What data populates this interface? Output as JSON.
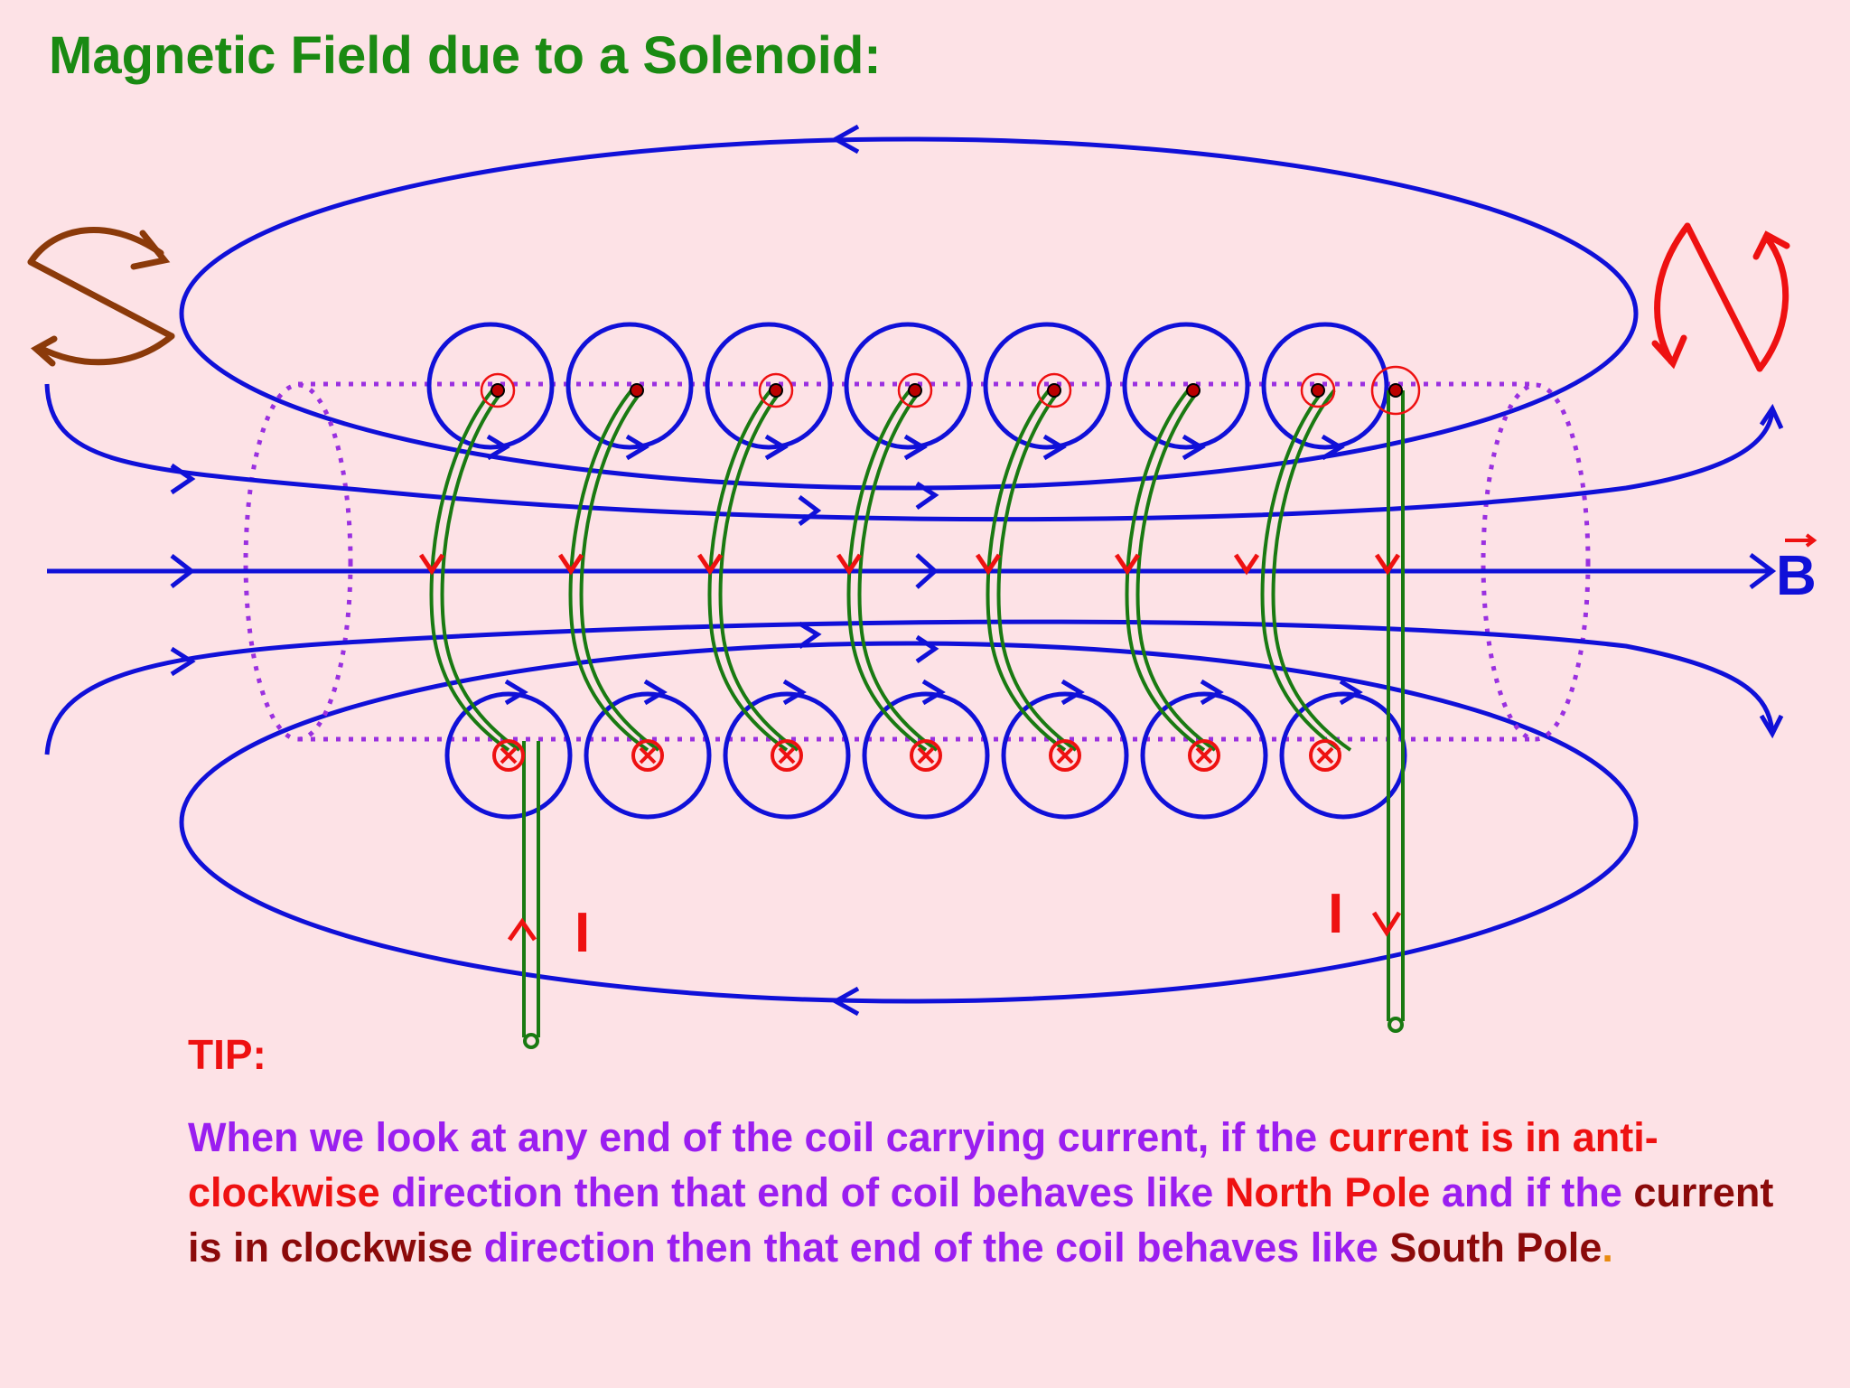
{
  "title": "Magnetic Field due to a Solenoid:",
  "labels": {
    "field": "B",
    "current_left": "I",
    "current_right": "I"
  },
  "tip": {
    "label": "TIP:",
    "segments": [
      {
        "text": "When we look at any end of the coil carrying current, if the ",
        "color": "#9a1ef0"
      },
      {
        "text": "current is in anti-clockwise",
        "color": "#ee1111"
      },
      {
        "text": " direction then that end of coil behaves like ",
        "color": "#9a1ef0"
      },
      {
        "text": "North Pole",
        "color": "#ee1111"
      },
      {
        "text": " and if the ",
        "color": "#9a1ef0"
      },
      {
        "text": "current is in clockwise",
        "color": "#8b0a0a"
      },
      {
        "text": " direction then that end of the coil behaves like ",
        "color": "#9a1ef0"
      },
      {
        "text": "South Pole",
        "color": "#8b0a0a"
      },
      {
        "text": ".",
        "color": "#e88a10"
      }
    ]
  },
  "colors": {
    "title": "#1a8a12",
    "field_lines": "#1010d8",
    "coil": "#1a7a12",
    "current": "#ee1111",
    "clockwise_arrow": "#8b3a0a",
    "anticlockwise_arrow": "#ee1111",
    "solenoid_outline": "#9a30e0",
    "background": "#fde2e6"
  },
  "icons": [
    "clockwise-arrow-icon",
    "anticlockwise-arrow-icon",
    "dot-out-of-page-icon",
    "cross-into-page-icon"
  ]
}
